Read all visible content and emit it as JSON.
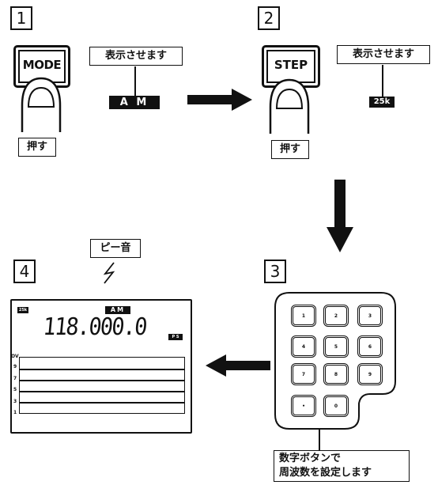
{
  "steps": {
    "s1": {
      "number": "1",
      "button_label": "MODE",
      "callout": "表示させます",
      "display_tag": "A M",
      "push_label": "押す"
    },
    "s2": {
      "number": "2",
      "button_label": "STEP",
      "callout": "表示させます",
      "display_tag": "25k",
      "push_label": "押す"
    },
    "s3": {
      "number": "3",
      "keys": [
        "1",
        "2",
        "3",
        "4",
        "5",
        "6",
        "7",
        "8",
        "9",
        "•",
        "0"
      ],
      "caption_line1": "数字ボタンで",
      "caption_line2": "周波数を設定します"
    },
    "s4": {
      "number": "4",
      "beep_label": "ピー音",
      "lcd_small_tag": "25k",
      "lcd_mode_tag": "AM",
      "lcd_frequency": "118.000.0",
      "lcd_ps_tag": "P S",
      "meter_labels": [
        "OV",
        "9",
        "7",
        "5",
        "3",
        "1"
      ]
    }
  }
}
